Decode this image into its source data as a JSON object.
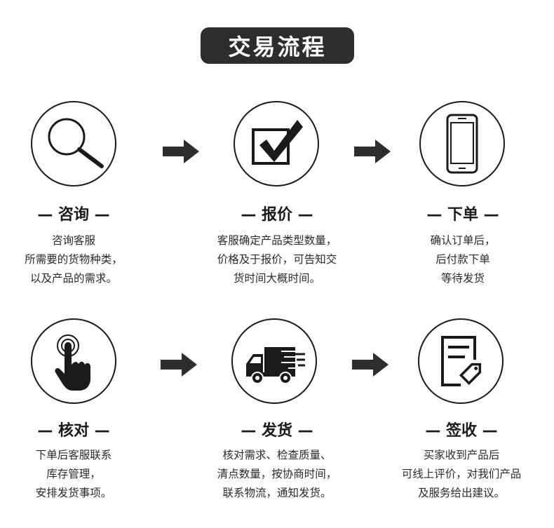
{
  "title": "交易流程",
  "steps": [
    {
      "title": "— 咨询 —",
      "icon": "magnifier-icon",
      "desc": [
        "咨询客服",
        "所需要的货物种类，",
        "以及产品的需求。"
      ]
    },
    {
      "title": "— 报价 —",
      "icon": "checkbox-check-icon",
      "desc": [
        "客服确定产品类型数量，",
        "价格及于报价，可告知交",
        "货时间大概时间。"
      ]
    },
    {
      "title": "— 下单 —",
      "icon": "smartphone-icon",
      "desc": [
        "确认订单后，",
        "后付款下单",
        "等待发货"
      ]
    },
    {
      "title": "— 核对 —",
      "icon": "finger-tap-icon",
      "desc": [
        "下单后客服联系",
        "库存管理，",
        "安排发货事项。"
      ]
    },
    {
      "title": "— 发货 —",
      "icon": "delivery-truck-icon",
      "desc": [
        "核对需求、检查质量、",
        "清点数量，按协商时间，",
        "联系物流，通知发货。"
      ]
    },
    {
      "title": "— 签收 —",
      "icon": "document-sign-icon",
      "desc": [
        "买家收到产品后",
        "可线上评价，对我们产品",
        "及服务给出建议。"
      ]
    }
  ],
  "arrow_icon": "arrow-right-icon",
  "colors": {
    "dark": "#2e2c2c",
    "line": "#1a1a1a",
    "text": "#2a2a2a"
  }
}
